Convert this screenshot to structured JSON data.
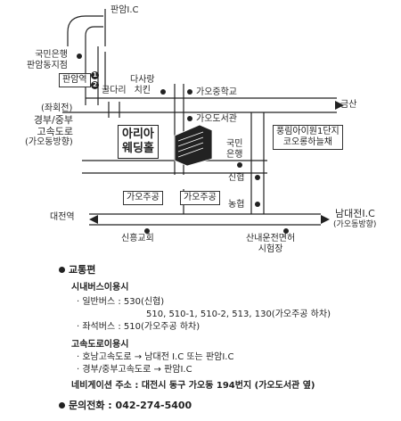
{
  "map": {
    "labels": {
      "panam_ic": "판암I.C",
      "kookmin_panam": "국민은행\n판암동지점",
      "panam_station": "판암역",
      "circle_1": "1",
      "circle_2": "2",
      "guldari": "굴다리",
      "darang_chicken": "다사랑\n치킨",
      "gayang_middle": "가오중학교",
      "gayang_library": "가오도서관",
      "geumsan": "금산",
      "jwahoejeon": "(좌회전)",
      "gyeongbu": "경부/중부\n고속도로",
      "gayang_dir": "(가오동방향)",
      "venue": "아리아\n웨딩홀",
      "kookmin_bank": "국민\n은행",
      "pungrim": "풍림아이원1단지\n코오롱하늘채",
      "shinhyeop": "신협",
      "gayang_jugong_1": "가오주공",
      "gayang_jugong_2": "가오주공",
      "nonghyeop": "농협",
      "daejeon_station": "대전역",
      "nambu_ic": "남대전I.C",
      "nambu_dir": "(가오동방향)",
      "shinheung_church": "신흥교회",
      "driving_test": "산내운전면허\n시험장"
    }
  },
  "info": {
    "transport_title": "교통편",
    "city_bus_title": "시내버스이용시",
    "regular_bus": "· 일반버스 : 530(신협)",
    "regular_bus_cont": "510, 510-1, 510-2, 513, 130(가오주공 하차)",
    "seat_bus": "· 좌석버스 : 510(가오주공 하차)",
    "highway_title": "고속도로이용시",
    "honam_route": "· 호남고속도로 → 남대전 I.C 또는 판암I.C",
    "gyeongbu_route": "· 경부/중부고속도로 → 판암I.C",
    "navigation": "네비게이션 주소 : 대전시 동구 가오동 194번지 (가오도서관 옆)",
    "contact": "문의전화 : 042-274-5400"
  }
}
